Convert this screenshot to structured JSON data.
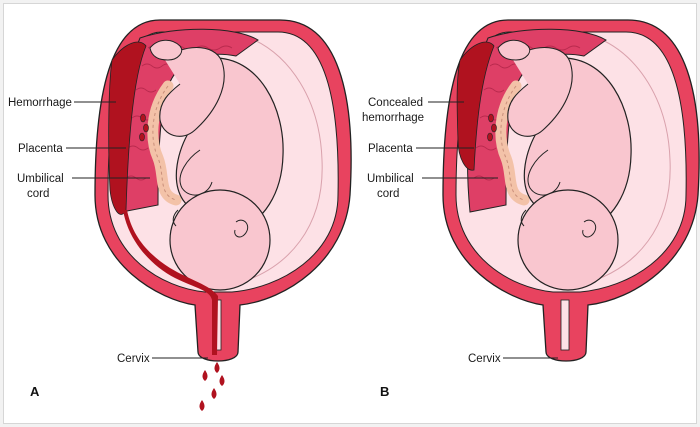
{
  "colors": {
    "uterus_wall": "#e8435f",
    "uterus_inner": "#fde1e6",
    "placenta": "#de3f66",
    "blood": "#b0121f",
    "fetus_skin": "#f9c6cf",
    "cord": "#f3c2a8",
    "leader_line": "#222222",
    "background": "#f2f2f2"
  },
  "panels": [
    {
      "id": "A",
      "letter": "A",
      "labels": {
        "hemorrhage": "Hemorrhage",
        "placenta": "Placenta",
        "umbilical_line1": "Umbilical",
        "umbilical_line2": "cord",
        "cervix": "Cervix"
      }
    },
    {
      "id": "B",
      "letter": "B",
      "labels": {
        "hemorrhage_line1": "Concealed",
        "hemorrhage_line2": "hemorrhage",
        "placenta": "Placenta",
        "umbilical_line1": "Umbilical",
        "umbilical_line2": "cord",
        "cervix": "Cervix"
      }
    }
  ]
}
